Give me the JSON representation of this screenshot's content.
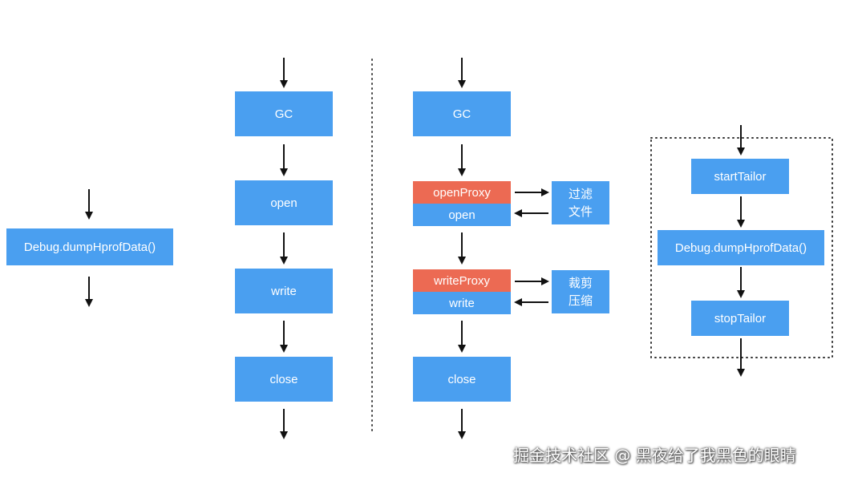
{
  "column1": {
    "dump_box": "Debug.dumpHprofData()"
  },
  "column2": {
    "steps": [
      "GC",
      "open",
      "write",
      "close"
    ]
  },
  "column3": {
    "gc": "GC",
    "open_proxy": "openProxy",
    "open": "open",
    "write_proxy": "writeProxy",
    "write": "write",
    "close": "close",
    "filter_line1": "过滤",
    "filter_line2": "文件",
    "crop_line1": "裁剪",
    "crop_line2": "压缩"
  },
  "column4": {
    "start": "startTailor",
    "dump": "Debug.dumpHprofData()",
    "stop": "stopTailor"
  },
  "watermark": "掘金技术社区 @ 黑夜给了我黑色的眼睛",
  "colors": {
    "blue": "#4a9ff0",
    "red": "#ec6a53",
    "arrow": "#111111"
  }
}
